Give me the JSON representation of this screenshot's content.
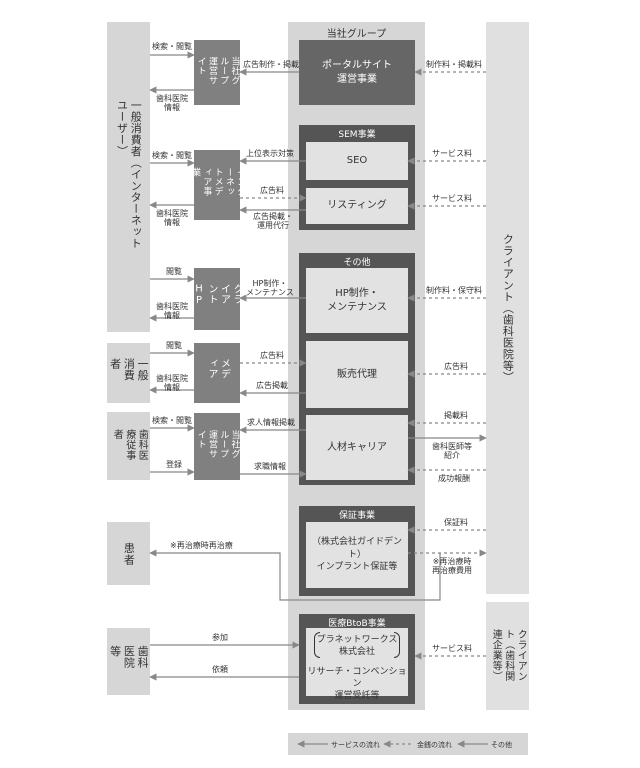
{
  "left_column": {
    "consumer_top": "一般消費者（インターネットユーザー）",
    "consumer_mid": "一般消費者",
    "dental_staff": "歯科医療従事者",
    "patient": "患者",
    "dental_clinic": "歯科医院等"
  },
  "mid_column": {
    "portal_site": "当社グループ運営サイト",
    "internet_media": "インターネットメディア事業",
    "client_hp": "クライアントHP",
    "media": "メディア",
    "recruit_site": "当社グループ運営サイト"
  },
  "group": {
    "title": "当社グループ",
    "portal_business": "ポータルサイト\n運営事業",
    "sem_title": "SEM事業",
    "seo": "SEO",
    "listing": "リスティング",
    "other_title": "その他",
    "hp_maintenance": "HP制作・\nメンテナンス",
    "sales_agency": "販売代理",
    "career": "人材キャリア",
    "guarantee_title": "保証事業",
    "guarantee_company": "（株式会社ガイドデント）\nインプラント保証等",
    "btob_title": "医療BtoB事業",
    "btob_company": "プラネットワークス\n株式会社",
    "btob_service": "リサーチ・コンベンション\n運営受託等"
  },
  "right_column": {
    "client_dental": "クライアント（歯科医院等）",
    "client_corp": "クライアント（歯科関連企業等）"
  },
  "labels": {
    "search_view_1": "検索・閲覧",
    "clinic_info_1": "歯科医院\n情報",
    "ad_production": "広告制作・掲載",
    "production_fee": "制作料・掲載料",
    "search_view_2": "検索・閲覧",
    "clinic_info_2": "歯科医院\n情報",
    "top_display": "上位表示対策",
    "ad_fee_1": "広告料",
    "ad_operation": "広告掲載・\n運用代行",
    "service_fee_1": "サービス料",
    "service_fee_2": "サービス料",
    "view_1": "閲覧",
    "clinic_info_3": "歯科医院\n情報",
    "hp_production": "HP制作・\nメンテナンス",
    "production_maintenance_fee": "制作料・保守料",
    "view_2": "閲覧",
    "clinic_info_4": "歯科医院\n情報",
    "ad_fee_2": "広告料",
    "ad_listing": "広告掲載",
    "ad_fee_3": "広告料",
    "search_view_3": "検索・閲覧",
    "register": "登録",
    "job_posting": "求人情報掲載",
    "job_info": "求職情報",
    "listing_fee": "掲載料",
    "referral": "歯科医師等\n紹介",
    "success_fee": "成功報酬",
    "retreatment": "※再治療時再治療",
    "guarantee_fee": "保証料",
    "retreatment_cost": "※再治療時\n再治療費用",
    "participation": "参加",
    "request": "依頼",
    "service_fee_3": "サービス料"
  },
  "legend": {
    "service_flow": "サービスの流れ",
    "money_flow": "金銭の流れ",
    "other": "その他"
  }
}
